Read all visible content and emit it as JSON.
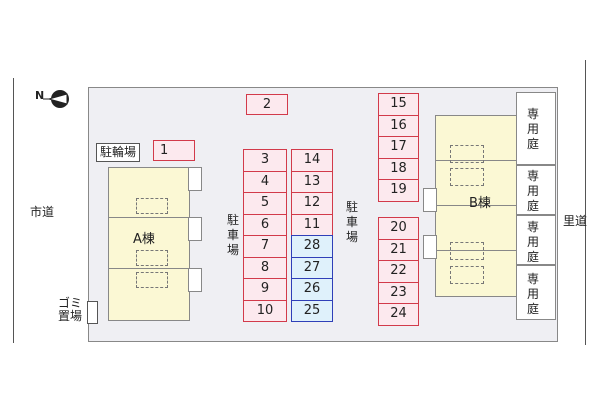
{
  "roads": {
    "left": "市道",
    "right": "里道"
  },
  "compass": {
    "letter": "N"
  },
  "buildings": {
    "a_label": "A棟",
    "b_label": "B棟"
  },
  "bicycle": {
    "label": "駐輪場",
    "number": "1"
  },
  "parking_label": "駐車場",
  "garbage_label": "ゴミ置場",
  "garden_label": "専用庭",
  "spaces": {
    "s2": "2",
    "col1": [
      "3",
      "4",
      "5",
      "6",
      "7",
      "8",
      "9",
      "10"
    ],
    "col2": [
      "14",
      "13",
      "12",
      "11",
      "28",
      "27",
      "26",
      "25"
    ],
    "col2_reserved": [
      "28",
      "27",
      "26",
      "25"
    ],
    "col3_top": [
      "15",
      "16",
      "17",
      "18",
      "19"
    ],
    "col3_bottom": [
      "20",
      "21",
      "22",
      "23",
      "24"
    ]
  },
  "colors": {
    "space_border": "#d23a4a",
    "space_fill": "#fce9ee",
    "reserved_border": "#2f3fb8",
    "reserved_fill": "#dff1fb",
    "building_fill": "#fbf8d4"
  }
}
